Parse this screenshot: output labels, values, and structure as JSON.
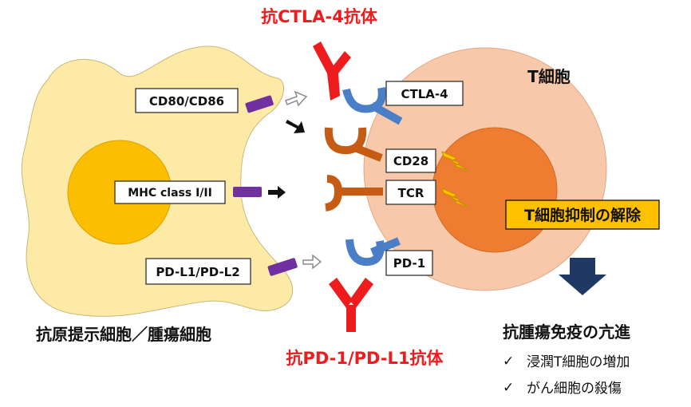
{
  "title_top": "抗CTLA-4抗体",
  "title_bottom": "抗PD-1/PD-L1抗体",
  "apc_label": "抗原提示細胞／腫瘍細胞",
  "tcell_label": "T細胞",
  "apc_molecules": [
    "CD80/CD86",
    "MHC class I/II",
    "PD-L1/PD-L2"
  ],
  "tcell_receptors": [
    "CTLA-4",
    "CD28",
    "TCR",
    "PD-1"
  ],
  "release_label": "T細胞抑制の解除",
  "result_title": "抗腫瘍免疫の亢進",
  "results": [
    {
      "check": "✓",
      "text": "浸潤T細胞の増加"
    },
    {
      "check": "✓",
      "text": "がん細胞の殺傷"
    }
  ],
  "colors": {
    "antibody": "#ee1c1c",
    "receptor_blue": "#4a7fc8",
    "receptor_orange": "#c65c14",
    "ligand_purple": "#7030a0",
    "apc_fill": "#fdeaa6",
    "apc_nucleus": "#fbbe00",
    "tcell_fill": "#f7c9aa",
    "tcell_nucleus": "#ee7d31",
    "release_fill": "#ffc000",
    "down_arrow": "#1f3864",
    "lightning": "#ffc000"
  }
}
